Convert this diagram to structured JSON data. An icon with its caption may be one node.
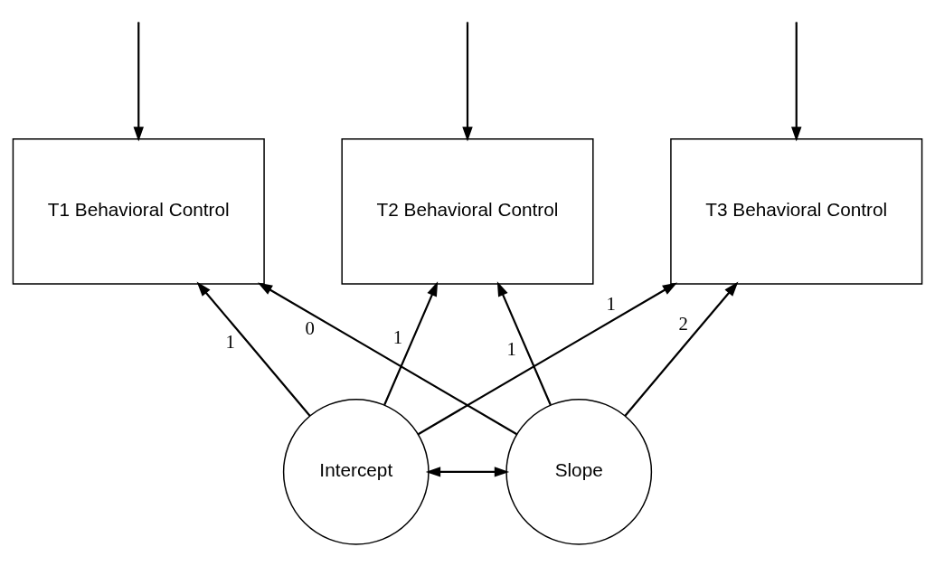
{
  "diagram": {
    "nodes": [
      {
        "text": [
          "T1 Behavioral Control"
        ]
      },
      {
        "text": [
          "T2 Behavioral Control"
        ]
      },
      {
        "text": [
          "T3 Behavioral Control"
        ]
      },
      {
        "text": [
          "Intercept"
        ]
      },
      {
        "text": [
          "Slope"
        ]
      }
    ],
    "edges": [
      {
        "from": null,
        "to": 0,
        "arrow": "to"
      },
      {
        "from": null,
        "to": 1,
        "arrow": "to"
      },
      {
        "from": null,
        "to": 2,
        "arrow": "to"
      },
      {
        "from": 3,
        "to": 0,
        "arrow": "to",
        "label": "1"
      },
      {
        "from": 3,
        "to": 1,
        "arrow": "to",
        "label": "1"
      },
      {
        "from": 3,
        "to": 2,
        "arrow": "to",
        "label": "1"
      },
      {
        "from": 4,
        "to": 0,
        "arrow": "to",
        "label": "0"
      },
      {
        "from": 4,
        "to": 1,
        "arrow": "to",
        "label": "1"
      },
      {
        "from": 4,
        "to": 2,
        "arrow": "to",
        "label": "2"
      },
      {
        "from": 3,
        "to": 4,
        "arrow": "both"
      }
    ]
  }
}
